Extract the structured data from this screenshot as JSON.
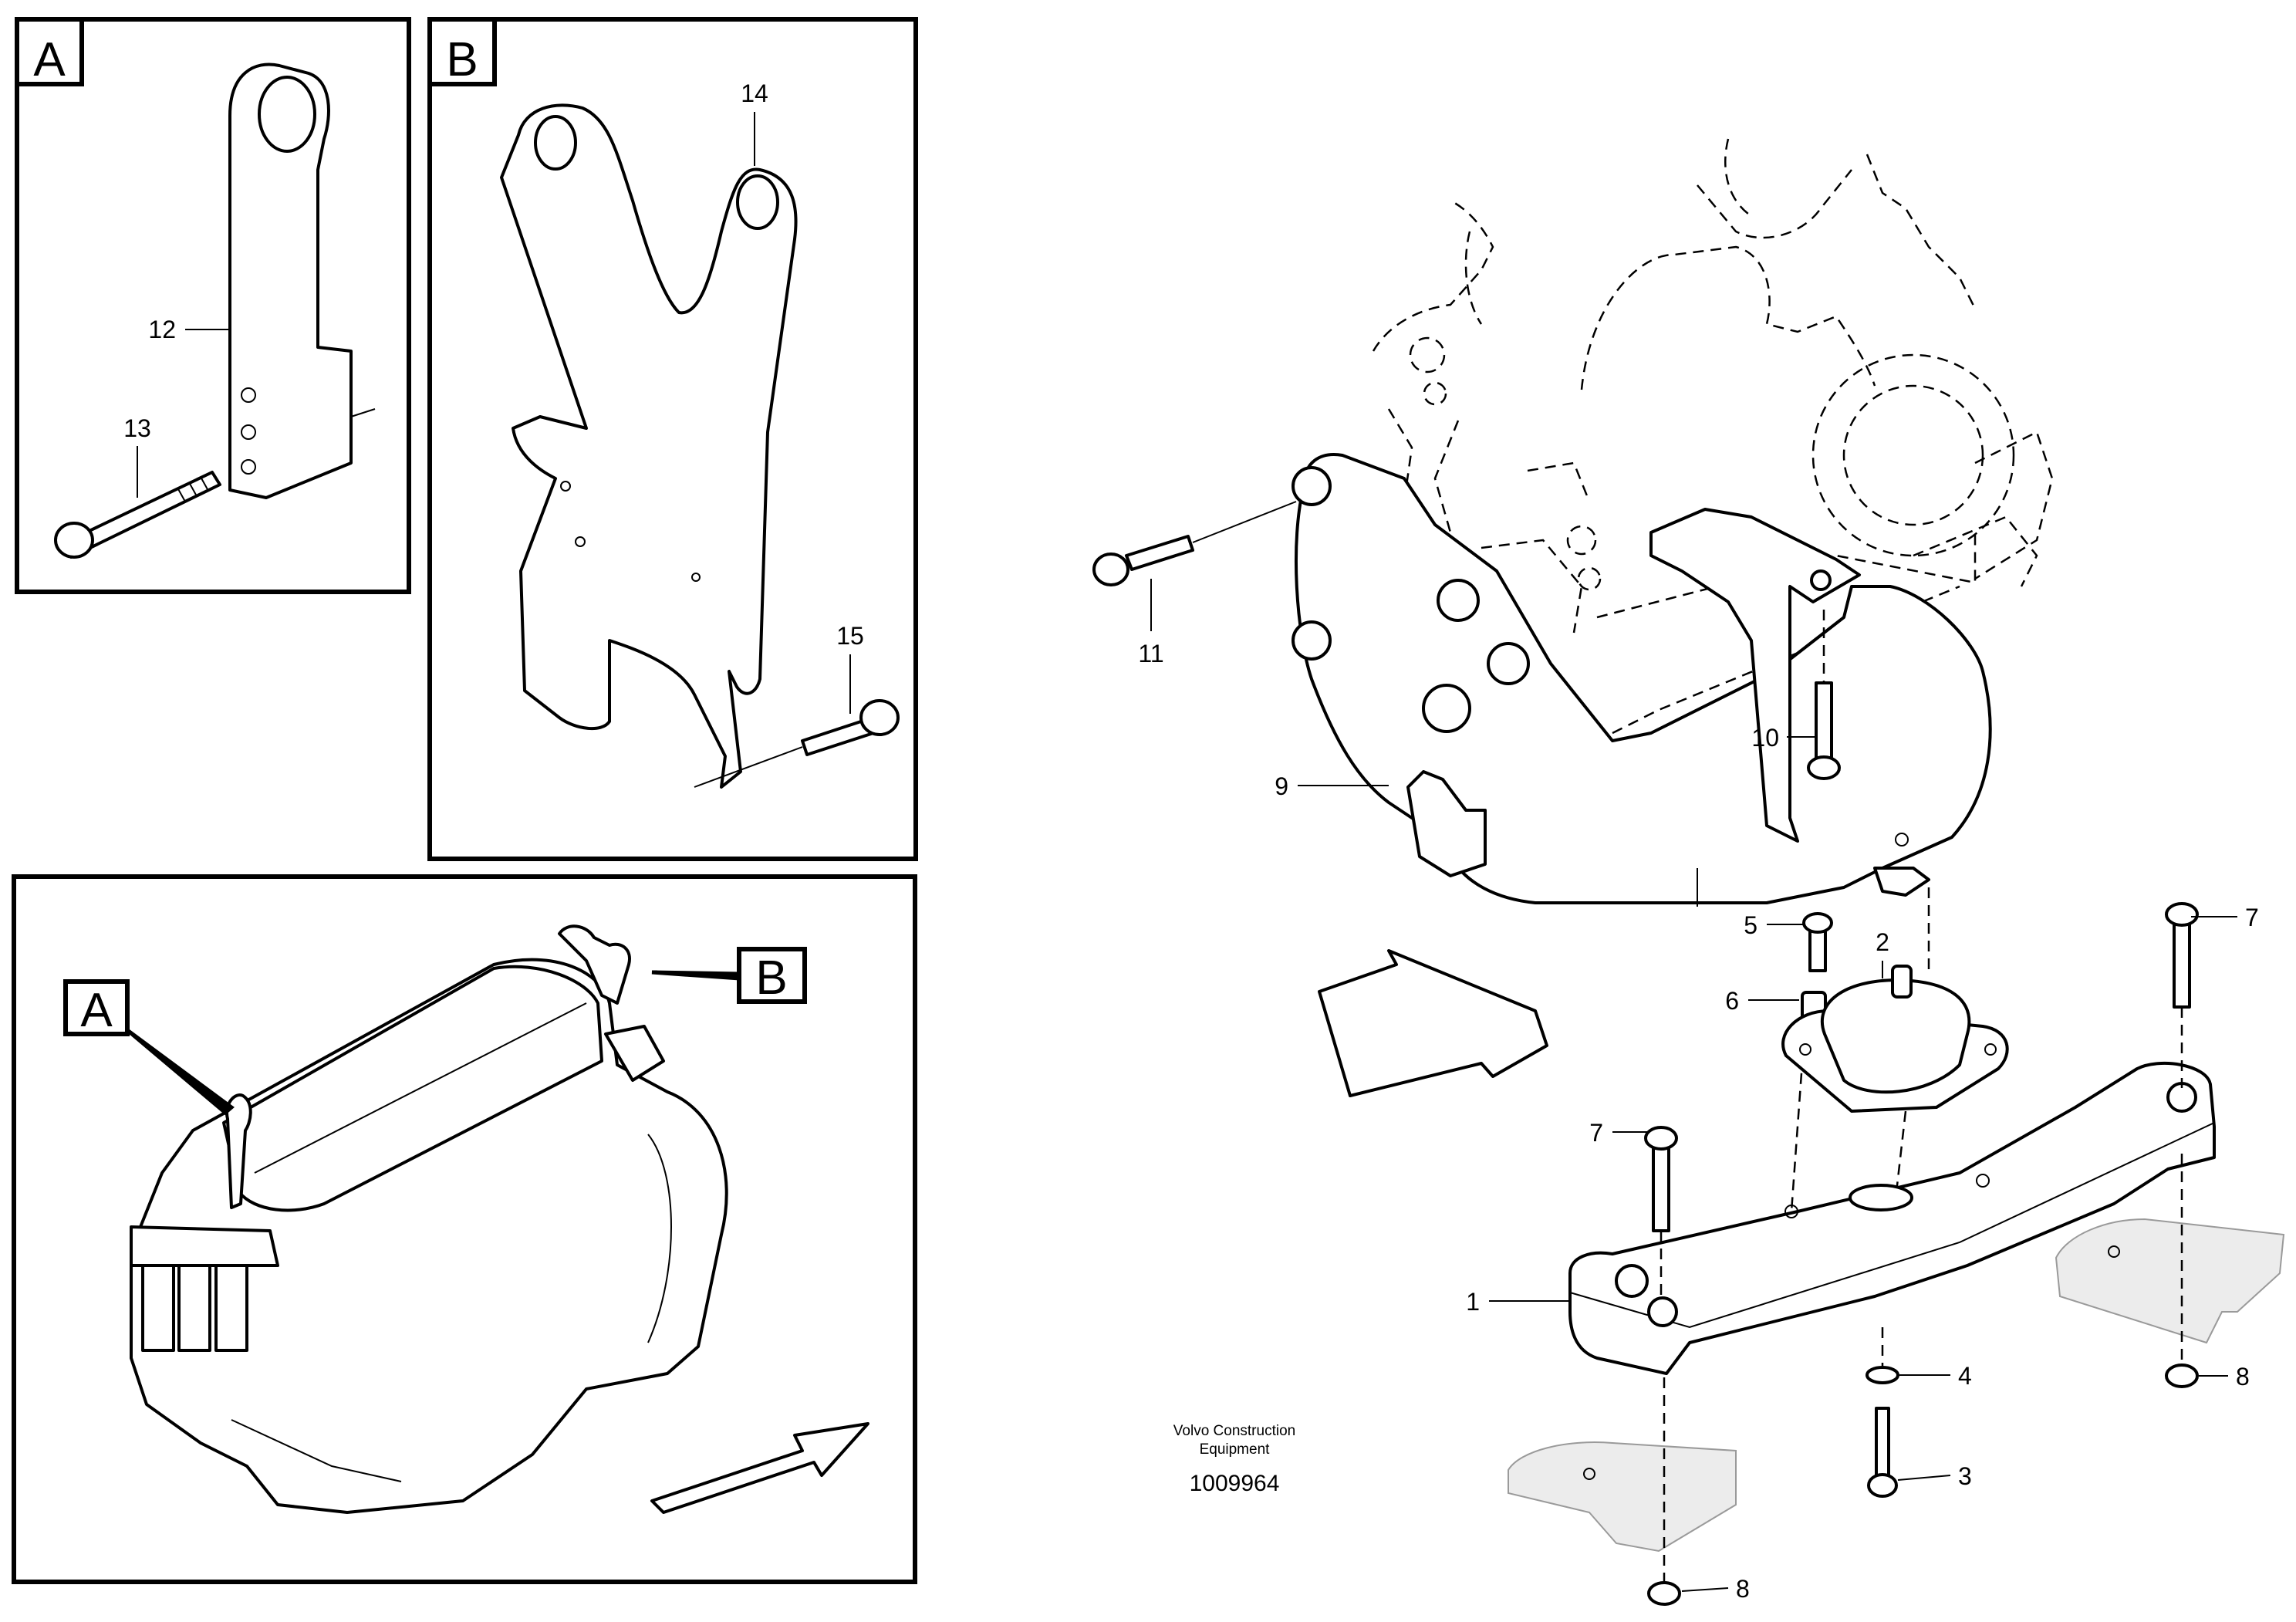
{
  "detail_a": {
    "box_label": "A",
    "callouts": [
      "12",
      "13"
    ]
  },
  "detail_b": {
    "box_label": "B",
    "callouts": [
      "14",
      "15"
    ]
  },
  "overview": {
    "label_a": "A",
    "label_b": "B"
  },
  "main": {
    "callouts": [
      "11",
      "9",
      "10",
      "5",
      "6",
      "2",
      "7",
      "7",
      "1",
      "4",
      "3",
      "8",
      "8"
    ]
  },
  "caption": {
    "line1": "Volvo Construction",
    "line2": "Equipment",
    "doc_number": "1009964"
  }
}
